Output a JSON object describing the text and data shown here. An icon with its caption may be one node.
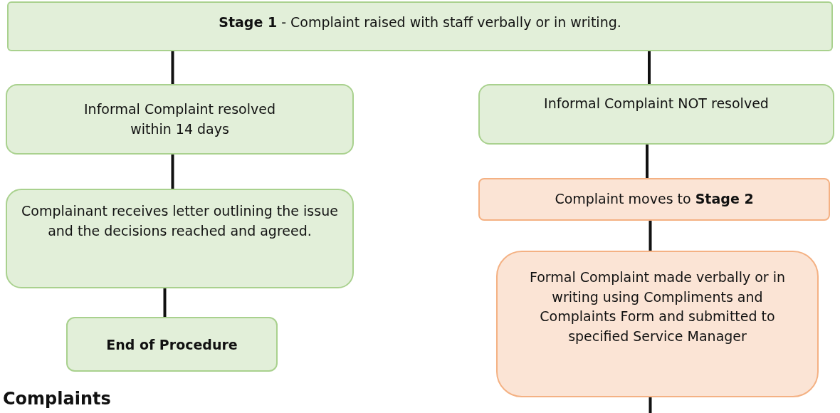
{
  "diagram": {
    "nodes": [
      {
        "text": [
          "**Stage 1** - Complaint raised with staff verbally or in writing."
        ]
      },
      {
        "text": [
          "Informal Complaint resolved within 14 days"
        ]
      },
      {
        "text": [
          "Informal Complaint NOT resolved"
        ]
      },
      {
        "text": [
          "Complainant receives letter outlining the issue and the decisions reached and agreed."
        ]
      },
      {
        "text": [
          "End of Procedure"
        ]
      },
      {
        "text": [
          "Complaint moves to **Stage 2**"
        ]
      },
      {
        "text": [
          "Formal Complaint made verbally or in writing using Compliments and Complaints Form and submitted to specified Service Manager"
        ]
      }
    ],
    "edges": [
      {
        "from": 0,
        "to": 1,
        "arrow": "none"
      },
      {
        "from": 0,
        "to": 2,
        "arrow": "none"
      },
      {
        "from": 1,
        "to": 3,
        "arrow": "none"
      },
      {
        "from": 3,
        "to": 4,
        "arrow": "none"
      },
      {
        "from": 2,
        "to": 5,
        "arrow": "none"
      },
      {
        "from": 5,
        "to": 6,
        "arrow": "none"
      },
      {
        "from": 6,
        "to": null,
        "arrow": "none"
      }
    ],
    "labels": [
      "Complaints"
    ]
  }
}
